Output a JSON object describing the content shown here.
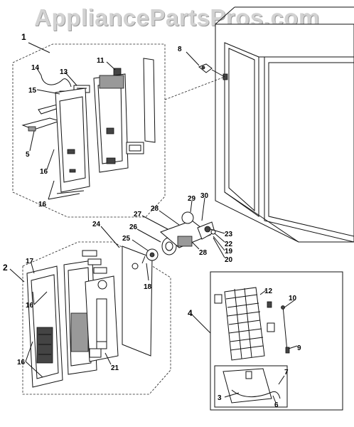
{
  "watermark": "AppliancePartsPros.com",
  "callouts": {
    "c1": "1",
    "c2": "2",
    "c3": "3",
    "c4": "4",
    "c5": "5",
    "c6": "6",
    "c7": "7",
    "c8": "8",
    "c9": "9",
    "c10": "10",
    "c11": "11",
    "c12": "12",
    "c13": "13",
    "c14": "14",
    "c15": "15",
    "c16a": "16",
    "c16b": "16",
    "c16c": "16",
    "c16d": "16",
    "c17": "17",
    "c18": "18",
    "c19": "19",
    "c20": "20",
    "c21": "21",
    "c22": "22",
    "c23": "23",
    "c24": "24",
    "c25": "25",
    "c26": "26",
    "c27": "27",
    "c28a": "28",
    "c28b": "28",
    "c29": "29",
    "c30": "30"
  }
}
